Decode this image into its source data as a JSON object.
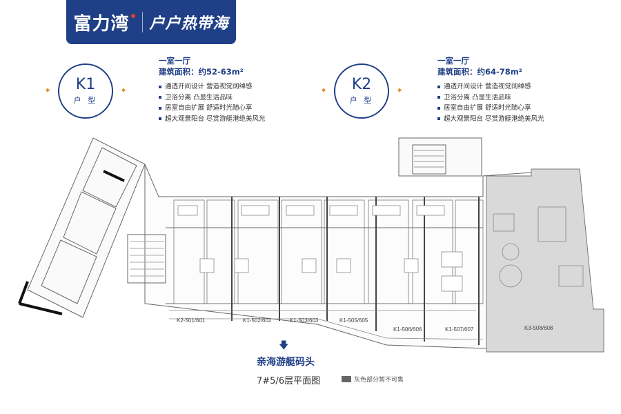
{
  "brand": {
    "name": "富力湾",
    "slogan": "户户热带海"
  },
  "units": [
    {
      "code": "K1",
      "type_label": "户 型",
      "layout": "一室一厅",
      "area": "建筑面积：约52-63m²",
      "features": [
        "通透开间设计 营造视觉阔绰感",
        "卫浴分离 凸显生活品味",
        "居室自由扩展 舒适时光随心享",
        "超大观景阳台 尽赏游艇港绝美风光"
      ]
    },
    {
      "code": "K2",
      "type_label": "户 型",
      "layout": "一室一厅",
      "area": "建筑面积：约64-78m²",
      "features": [
        "通透开间设计 营造视觉阔绰感",
        "卫浴分离 凸显生活品味",
        "居室自由扩展 舒适时光随心享",
        "超大观景阳台 尽赏游艇港绝美风光"
      ]
    }
  ],
  "plan": {
    "room_labels": [
      "K2-501/601",
      "K1-502/602",
      "K1-503/603",
      "K1-505/605",
      "K1-506/606",
      "K1-507/607",
      "K3-508/608"
    ],
    "dock_label": "亲海游艇码头",
    "floor_title": "7#5/6层平面图",
    "legend": "灰色部分暂不可售",
    "colors": {
      "grey_area": "#d9d9d9",
      "walls": "#555555",
      "accent": "#1f3f86"
    }
  }
}
